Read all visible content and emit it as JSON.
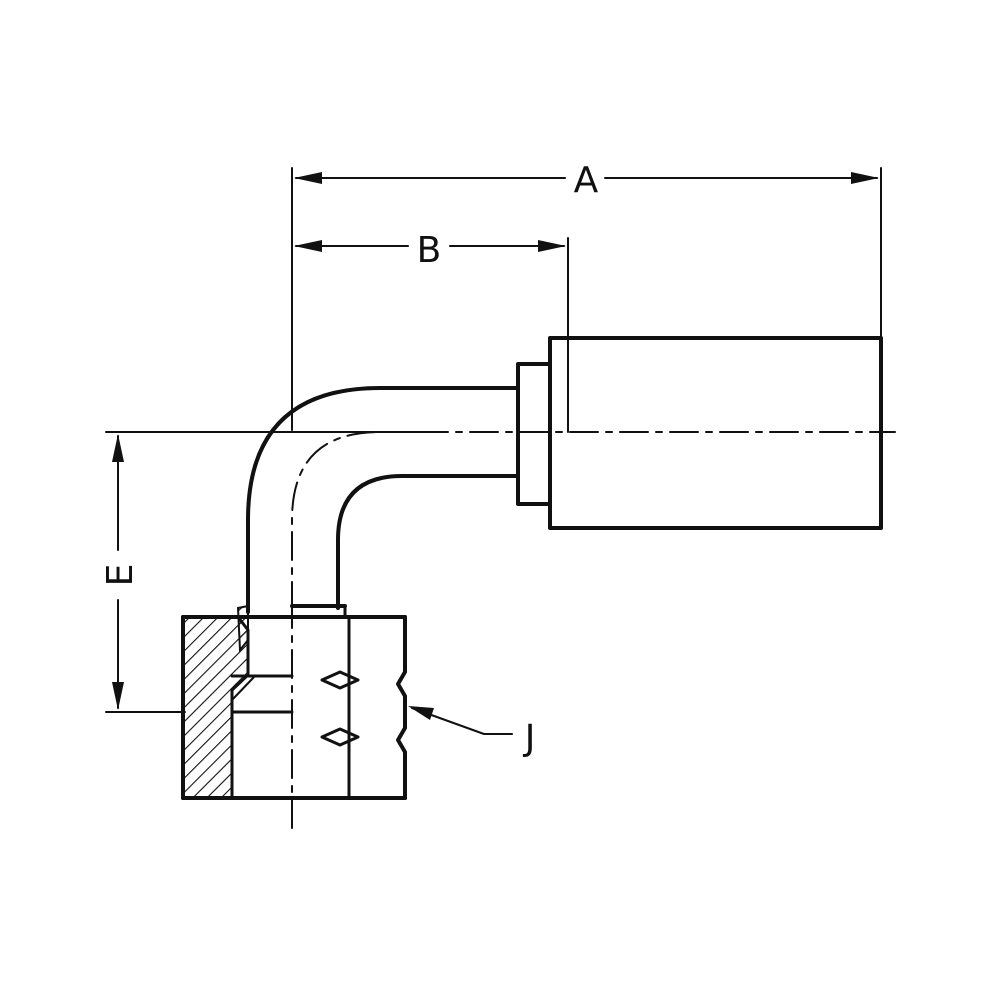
{
  "diagram": {
    "labels": {
      "a": "A",
      "b": "B",
      "e": "E",
      "j": "J"
    },
    "colors": {
      "line": "#111111",
      "background": "#ffffff"
    }
  }
}
